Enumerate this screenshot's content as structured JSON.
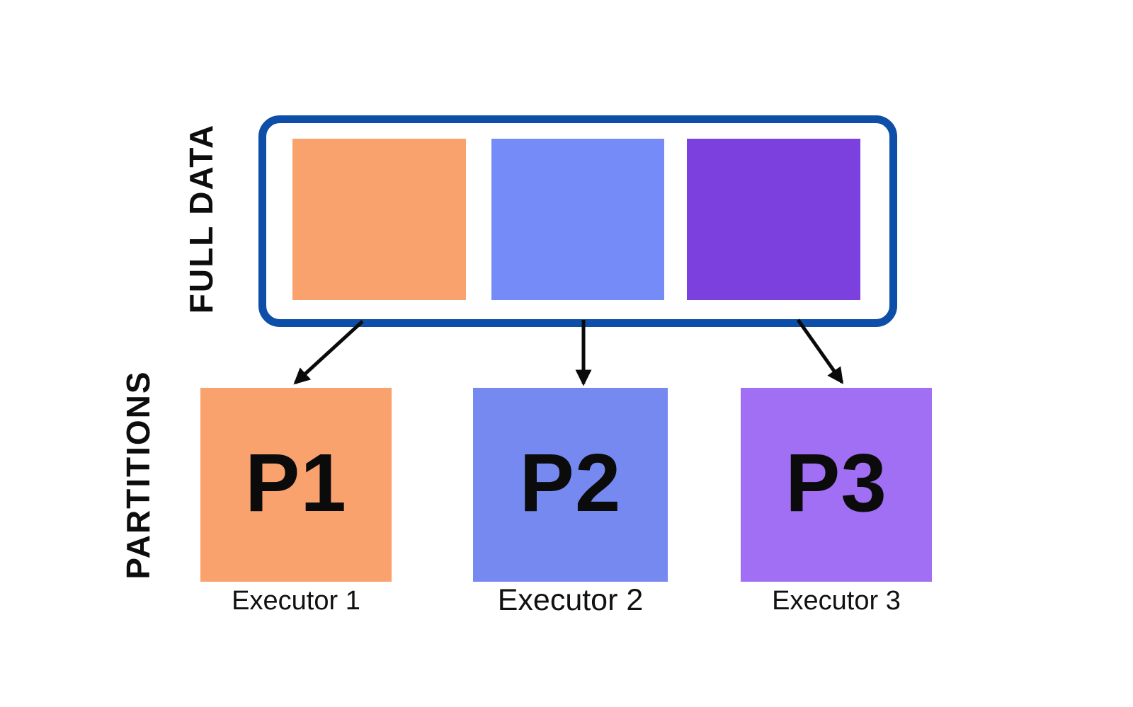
{
  "diagram": {
    "background_color": "#ffffff",
    "arrow_color": "#0a0a0a",
    "full_data": {
      "label": "FULL DATA",
      "border_color": "#0c4ea8",
      "blocks": [
        {
          "name": "orange-chunk",
          "color": "#faa26e"
        },
        {
          "name": "blue-chunk",
          "color": "#758cf8"
        },
        {
          "name": "violet-chunk",
          "color": "#7c40df"
        }
      ]
    },
    "partitions": {
      "label": "PARTITIONS",
      "items": [
        {
          "id": "P1",
          "executor": "Executor 1",
          "color": "#faa26e"
        },
        {
          "id": "P2",
          "executor": "Executor 2",
          "color": "#7589f0"
        },
        {
          "id": "P3",
          "executor": "Executor 3",
          "color": "#a06ff3"
        }
      ]
    }
  }
}
